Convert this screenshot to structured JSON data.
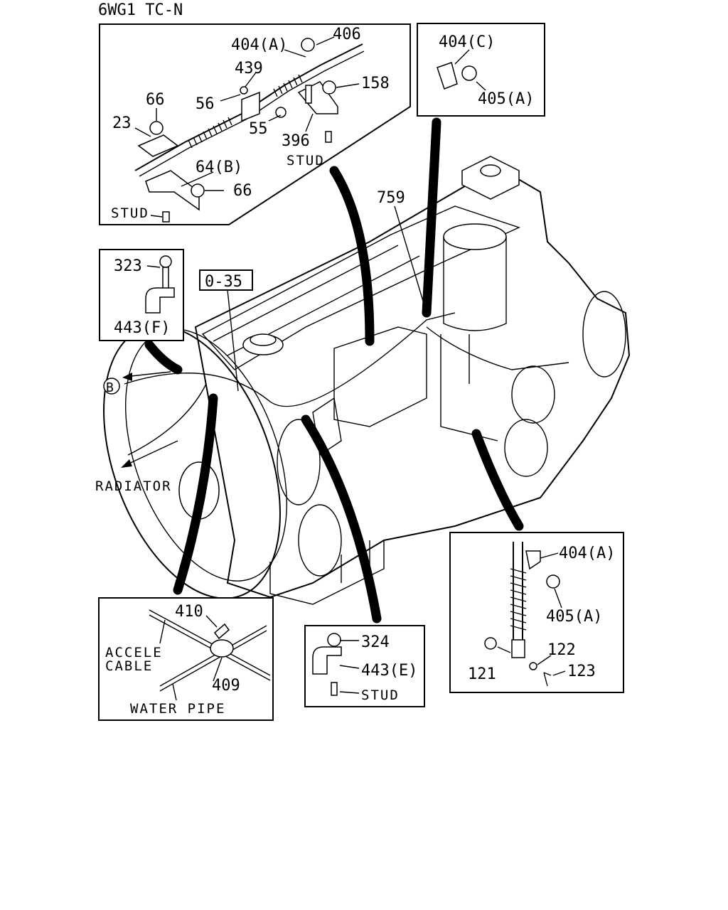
{
  "header": {
    "model_code": "6WG1 TC-N"
  },
  "reference_box": {
    "label": "0-35"
  },
  "callout_circle": {
    "letter": "B"
  },
  "directions": {
    "radiator": "RADIATOR"
  },
  "main_view": {
    "label_759": "759"
  },
  "inset_top_left": {
    "labels": [
      "404(A)",
      "406",
      "439",
      "56",
      "158",
      "66",
      "23",
      "55",
      "396",
      "STUD",
      "64(B)",
      "66",
      "STUD"
    ]
  },
  "inset_top_right": {
    "labels": [
      "404(C)",
      "405(A)"
    ]
  },
  "inset_mid_left": {
    "labels": [
      "323",
      "443(F)"
    ]
  },
  "inset_bottom_left": {
    "labels": [
      "410",
      "ACCELE",
      "CABLE",
      "409",
      "WATER PIPE"
    ]
  },
  "inset_bottom_center": {
    "labels": [
      "324",
      "443(E)",
      "STUD"
    ]
  },
  "inset_bottom_right": {
    "labels": [
      "404(A)",
      "405(A)",
      "122",
      "121",
      "123"
    ]
  }
}
